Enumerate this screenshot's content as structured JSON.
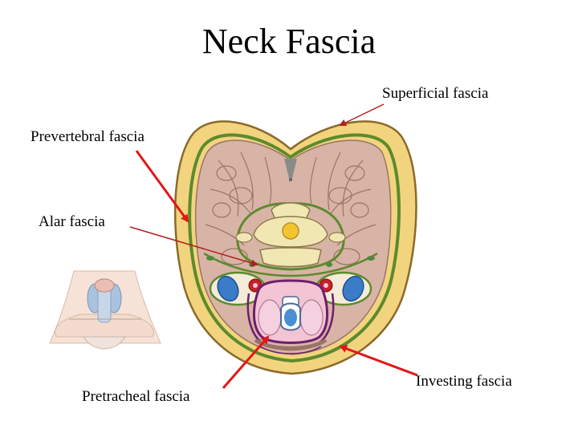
{
  "title": "Neck Fascia",
  "labels": {
    "superficial": "Superficial fascia",
    "prevertebral": "Prevertebral fascia",
    "alar": "Alar fascia",
    "pretracheal": "Pretracheal fascia",
    "investing": "Investing fascia"
  },
  "colors": {
    "skin_fat": "#f3d47e",
    "skin_outline": "#8a6a2a",
    "muscle": "#d8b4a6",
    "muscle_line": "#9a7466",
    "fascia_green": "#5d8a2e",
    "bone": "#f1e7b3",
    "visceral_purple": "#6d1f6d",
    "visceral_pink": "#f2c4d4",
    "trachea_blue": "#4a8fd0",
    "vein_blue": "#3b7cc9",
    "artery_red": "#c8202a",
    "arrow_red": "#e01818",
    "arrow_dark": "#b02020"
  }
}
